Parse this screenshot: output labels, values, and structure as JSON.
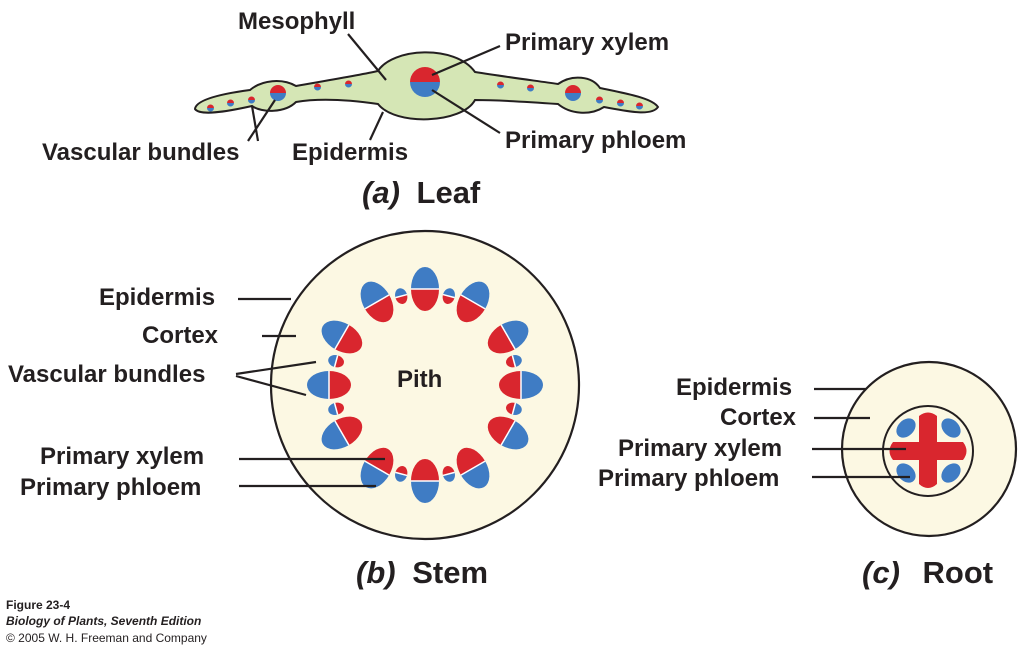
{
  "colors": {
    "xylem": "#d9262e",
    "phloem": "#3f7cc4",
    "leaf_tissue": "#d5e6b5",
    "stem_root_tissue": "#fcf8e3",
    "outline": "#231f20"
  },
  "leaf": {
    "caption_letter": "(a)",
    "caption_word": "Leaf",
    "labels": {
      "mesophyll": "Mesophyll",
      "primary_xylem": "Primary xylem",
      "primary_phloem": "Primary phloem",
      "vascular_bundles": "Vascular bundles",
      "epidermis": "Epidermis"
    }
  },
  "stem": {
    "caption_letter": "(b)",
    "caption_word": "Stem",
    "labels": {
      "epidermis": "Epidermis",
      "cortex": "Cortex",
      "vascular_bundles": "Vascular bundles",
      "pith": "Pith",
      "primary_xylem": "Primary xylem",
      "primary_phloem": "Primary phloem"
    }
  },
  "root": {
    "caption_letter": "(c)",
    "caption_word": "Root",
    "labels": {
      "epidermis": "Epidermis",
      "cortex": "Cortex",
      "primary_xylem": "Primary xylem",
      "primary_phloem": "Primary phloem"
    }
  },
  "credit": {
    "figure": "Figure 23-4",
    "book": "Biology of Plants, Seventh Edition",
    "copyright": "© 2005 W. H. Freeman and Company"
  }
}
